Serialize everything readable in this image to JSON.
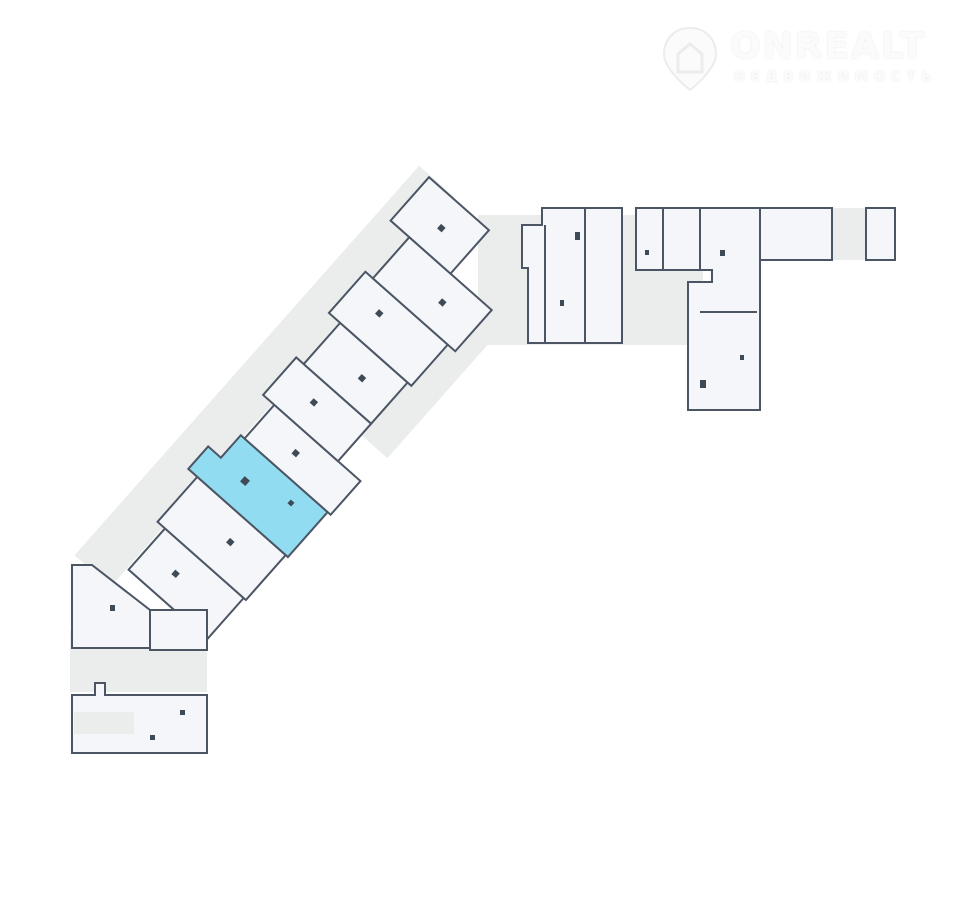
{
  "logo": {
    "name": "ONREALT",
    "tagline": "НЕДВИЖИМОСТЬ",
    "icon": "house-pin-icon"
  },
  "colors": {
    "unit_fill": "#f4f6f9",
    "wall": "#4b5563",
    "corridor": "#ebecec",
    "highlight": "#92dcf1"
  },
  "plan": {
    "highlighted_unit": "selected-unit"
  }
}
